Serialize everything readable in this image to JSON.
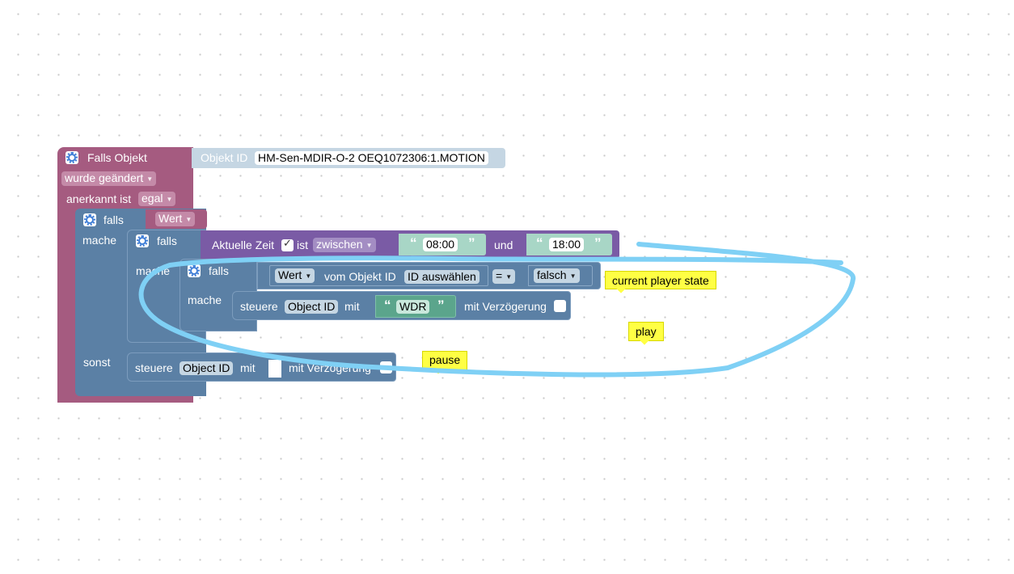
{
  "trigger": {
    "title": "Falls Objekt",
    "object_id_label": "Objekt ID",
    "object_id_value": "HM-Sen-MDIR-O-2 OEQ1072306:1.MOTION",
    "change_mode": "wurde geändert",
    "ack_label": "anerkannt ist",
    "ack_value": "egal"
  },
  "if1": {
    "label": "falls",
    "condition": "Wert",
    "do_label": "mache",
    "else_label": "sonst"
  },
  "if2": {
    "label": "falls",
    "do_label": "mache",
    "time": {
      "label": "Aktuelle Zeit",
      "ist": "ist",
      "mode": "zwischen",
      "from": "08:00",
      "and": "und",
      "to": "18:00",
      "checked": true
    }
  },
  "if3": {
    "label": "falls",
    "do_label": "mache",
    "value_mode": "Wert",
    "of_object": "vom Objekt ID",
    "object_select": "ID auswählen",
    "operator": "=",
    "compare_value": "falsch"
  },
  "control1": {
    "steuere": "steuere",
    "object": "Object ID",
    "mit": "mit",
    "value": "WDR",
    "delay_label": "mit Verzögerung"
  },
  "control2": {
    "steuere": "steuere",
    "object": "Object ID",
    "mit": "mit",
    "delay_label": "mit Verzögerung"
  },
  "notes": {
    "player_state": "current player state",
    "play": "play",
    "pause": "pause"
  },
  "quote_open": "“",
  "quote_close": "”",
  "colors": {
    "event_block": "#a55b80",
    "logic_block": "#5b80a5",
    "time_block": "#7a5ba5",
    "text_block": "#5ba58c",
    "object_field": "#c5d6e3",
    "annotation_stroke": "#7fd0f5",
    "comment_note": "#ffff44"
  }
}
